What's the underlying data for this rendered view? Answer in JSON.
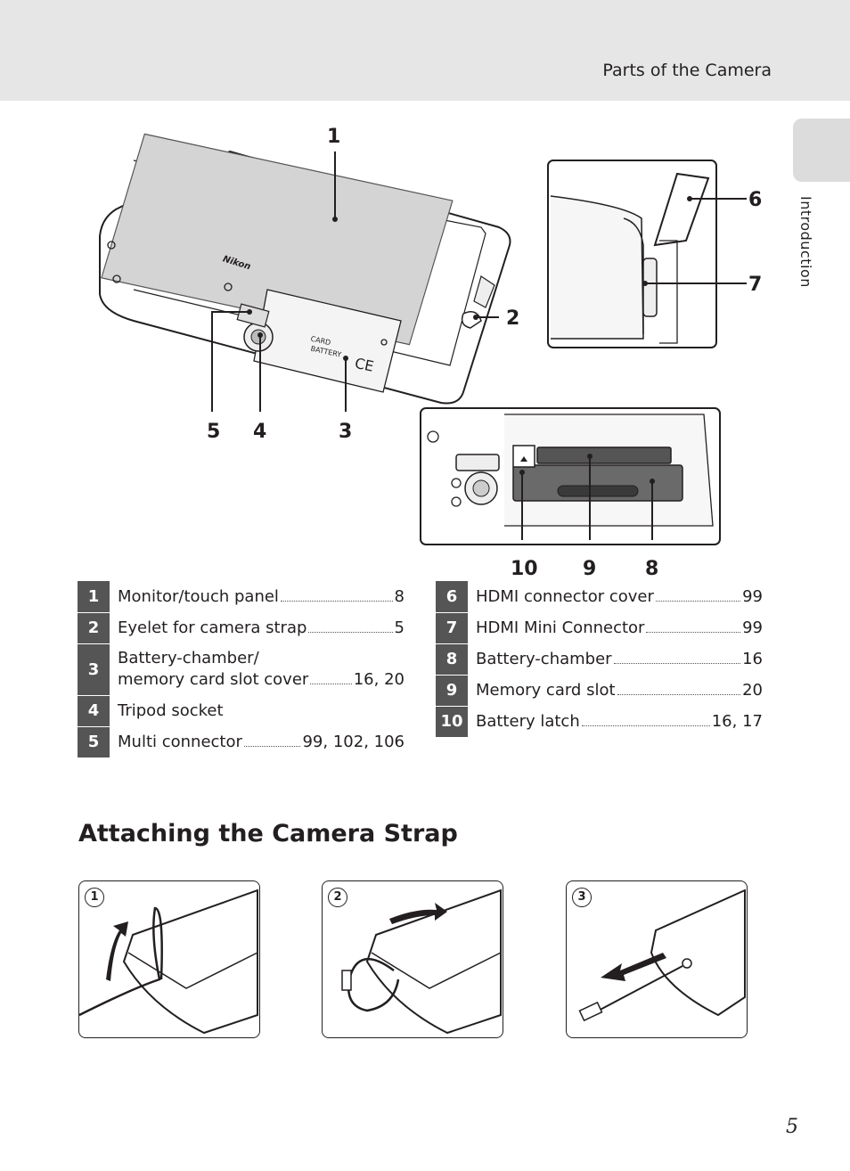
{
  "header": {
    "running_title": "Parts of the Camera",
    "side_tab_label": "Introduction"
  },
  "figure": {
    "callouts": [
      "1",
      "2",
      "3",
      "4",
      "5",
      "6",
      "7",
      "8",
      "9",
      "10"
    ],
    "body_marks": [
      "Nikon",
      "CARD",
      "BATTERY",
      "CE"
    ]
  },
  "parts_left": [
    {
      "num": "1",
      "lines": [
        "Monitor/touch panel"
      ],
      "page": "8"
    },
    {
      "num": "2",
      "lines": [
        "Eyelet for camera strap"
      ],
      "page": "5"
    },
    {
      "num": "3",
      "lines": [
        "Battery-chamber/",
        "memory card slot cover"
      ],
      "page": "16, 20"
    },
    {
      "num": "4",
      "lines": [
        "Tripod socket"
      ],
      "page": ""
    },
    {
      "num": "5",
      "lines": [
        "Multi connector"
      ],
      "page": "99, 102, 106"
    }
  ],
  "parts_right": [
    {
      "num": "6",
      "lines": [
        "HDMI connector cover"
      ],
      "page": "99"
    },
    {
      "num": "7",
      "lines": [
        "HDMI Mini Connector"
      ],
      "page": "99"
    },
    {
      "num": "8",
      "lines": [
        "Battery-chamber"
      ],
      "page": "16"
    },
    {
      "num": "9",
      "lines": [
        "Memory card slot"
      ],
      "page": "20"
    },
    {
      "num": "10",
      "lines": [
        "Battery latch"
      ],
      "page": "16, 17"
    }
  ],
  "section": {
    "title": "Attaching the Camera Strap"
  },
  "steps": [
    {
      "badge": "1"
    },
    {
      "badge": "2"
    },
    {
      "badge": "3"
    }
  ],
  "footer": {
    "page_number": "5"
  }
}
